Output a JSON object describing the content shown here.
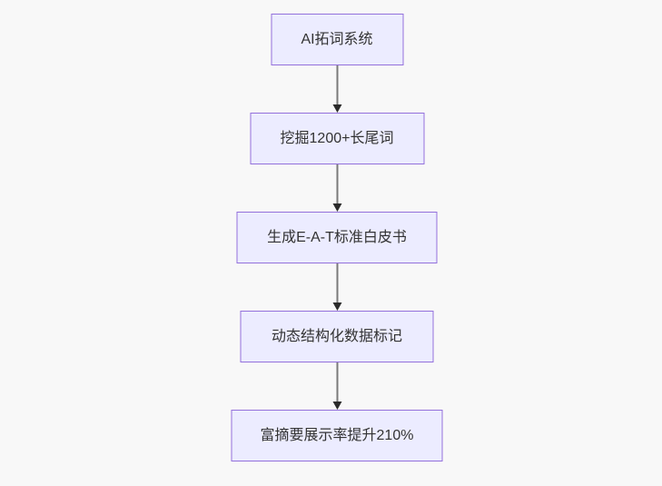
{
  "diagram": {
    "type": "flowchart",
    "direction": "top-down",
    "nodes": [
      {
        "id": "n1",
        "label": "AI拓词系统"
      },
      {
        "id": "n2",
        "label": "挖掘1200+长尾词"
      },
      {
        "id": "n3",
        "label": "生成E-A-T标准白皮书"
      },
      {
        "id": "n4",
        "label": "动态结构化数据标记"
      },
      {
        "id": "n5",
        "label": "富摘要展示率提升210%"
      }
    ],
    "edges": [
      {
        "from": "n1",
        "to": "n2",
        "arrow": "down"
      },
      {
        "from": "n2",
        "to": "n3",
        "arrow": "down"
      },
      {
        "from": "n3",
        "to": "n4",
        "arrow": "down"
      },
      {
        "from": "n4",
        "to": "n5",
        "arrow": "down"
      }
    ],
    "colors": {
      "background": "#F8F8F8",
      "node_fill": "#ECECFF",
      "node_border": "#9370DB",
      "node_text": "#333333",
      "edge_line": "#7A7A7A",
      "arrowhead": "#2B2B2B"
    }
  }
}
